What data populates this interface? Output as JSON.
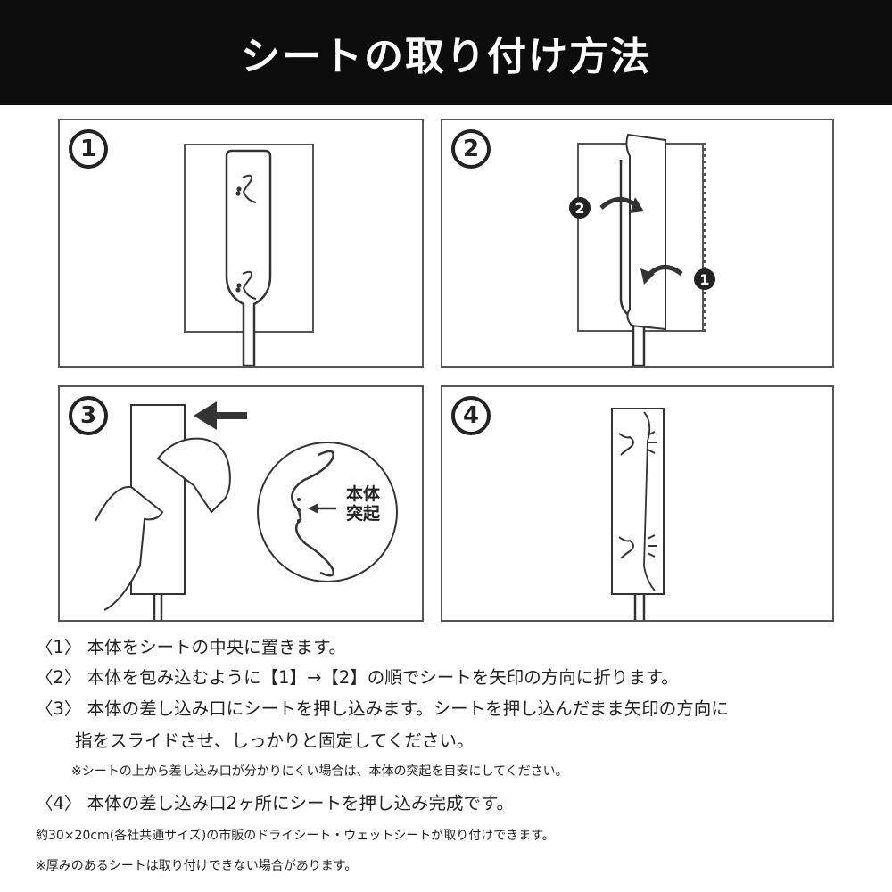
{
  "title": "シートの取り付け方法",
  "panels": [
    {
      "step": "1"
    },
    {
      "step": "2",
      "arrow_labels": [
        "2",
        "1"
      ]
    },
    {
      "step": "3",
      "callout": [
        "本体",
        "突起"
      ]
    },
    {
      "step": "4"
    }
  ],
  "instructions": [
    "〈1〉 本体をシートの中央に置きます。",
    "〈2〉 本体を包み込むように【1】→【2】の順でシートを矢印の方向に折ります。",
    "〈3〉 本体の差し込み口にシートを押し込みます。シートを押し込んだまま矢印の方向に",
    "指をスライドさせ、しっかりと固定してください。",
    "※シートの上から差し込み口が分かりにくい場合は、本体の突起を目安にしてください。",
    "〈4〉 本体の差し込み口2ヶ所にシートを押し込み完成です。"
  ],
  "notes": [
    "約30×20cm(各社共通サイズ)の市販のドライシート・ウェットシートが取り付けできます。",
    "※厚みのあるシートは取り付けできない場合があります。"
  ]
}
